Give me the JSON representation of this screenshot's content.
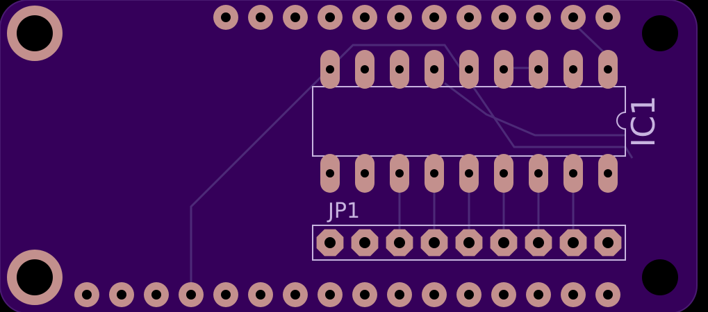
{
  "board": {
    "substrate_color": "#35005a",
    "edge_color": "#4a1a72",
    "trace_color": "#4d2a78",
    "silkscreen_color": "#c8b4e0",
    "pad_color": "#c3908d",
    "hole_color": "#000000"
  },
  "labels": {
    "ic_designator": "IC1",
    "header_designator": "JP1"
  },
  "components": {
    "ic": {
      "package": "DIP-18",
      "pins_per_row": 9
    },
    "header": {
      "pins": 9
    },
    "top_edge_pads": 12,
    "bottom_edge_pads": 16,
    "mounting_holes": 4
  }
}
